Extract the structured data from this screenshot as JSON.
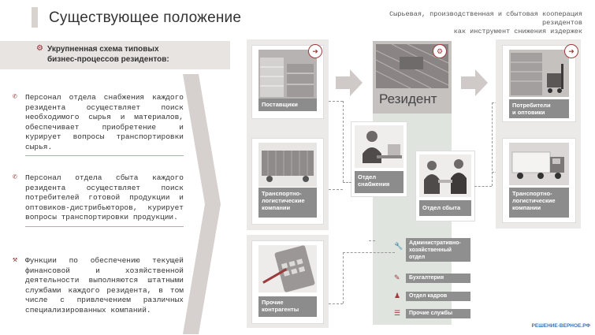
{
  "header": {
    "title": "Существующее положение",
    "subtitle_line1": "Сырьевая, производственная и сбытовая кооперация резидентов",
    "subtitle_line2": "как инструмент снижения издержек"
  },
  "left": {
    "section_title_line1": "Укрупненная схема типовых",
    "section_title_line2": "бизнес-процессов резидентов:",
    "notes": [
      {
        "icon": "phone-icon",
        "text": "Персонал отдела снабжения каждого резидента осуществляет поиск необходимого сырья и материалов, обеспечивает приобретение и курирует вопросы транспортировки сырья."
      },
      {
        "icon": "phone-icon",
        "text": "Персонал отдела сбыта каждого резидента осуществляет поиск потребителей готовой продукции и оптовиков-дистрибьюторов, курирует вопросы транспортировки продукции."
      },
      {
        "icon": "hammer-icon",
        "text": "Функции по обеспечению текущей финансовой и хозяйственной деятельности выполняются штатными службами каждого резидента, в том числе с привлечением различных специализированных компаний."
      }
    ]
  },
  "diagram": {
    "suppliers": "Поставщики",
    "transport_left_l1": "Транспортно-",
    "transport_left_l2": "логистические",
    "transport_left_l3": "компании",
    "other_l1": "Прочие",
    "other_l2": "контрагенты",
    "resident": "Резидент",
    "procurement_l1": "Отдел",
    "procurement_l2": "снабжения",
    "sales": "Отдел сбыта",
    "consumers_l1": "Потребители",
    "consumers_l2": "и оптовики",
    "transport_right_l1": "Транспортно-",
    "transport_right_l2": "логистические",
    "transport_right_l3": "компании",
    "services": [
      {
        "icon": "wrench-icon",
        "l1": "Административно-",
        "l2": "хозяйственный",
        "l3": "отдел"
      },
      {
        "icon": "document-icon",
        "l1": "Бухгалтерия"
      },
      {
        "icon": "person-icon",
        "l1": "Отдел кадров"
      },
      {
        "icon": "list-icon",
        "l1": "Прочие службы"
      }
    ]
  },
  "logo": "РЕШЕНИЕ-ВЕРНОЕ.РФ"
}
